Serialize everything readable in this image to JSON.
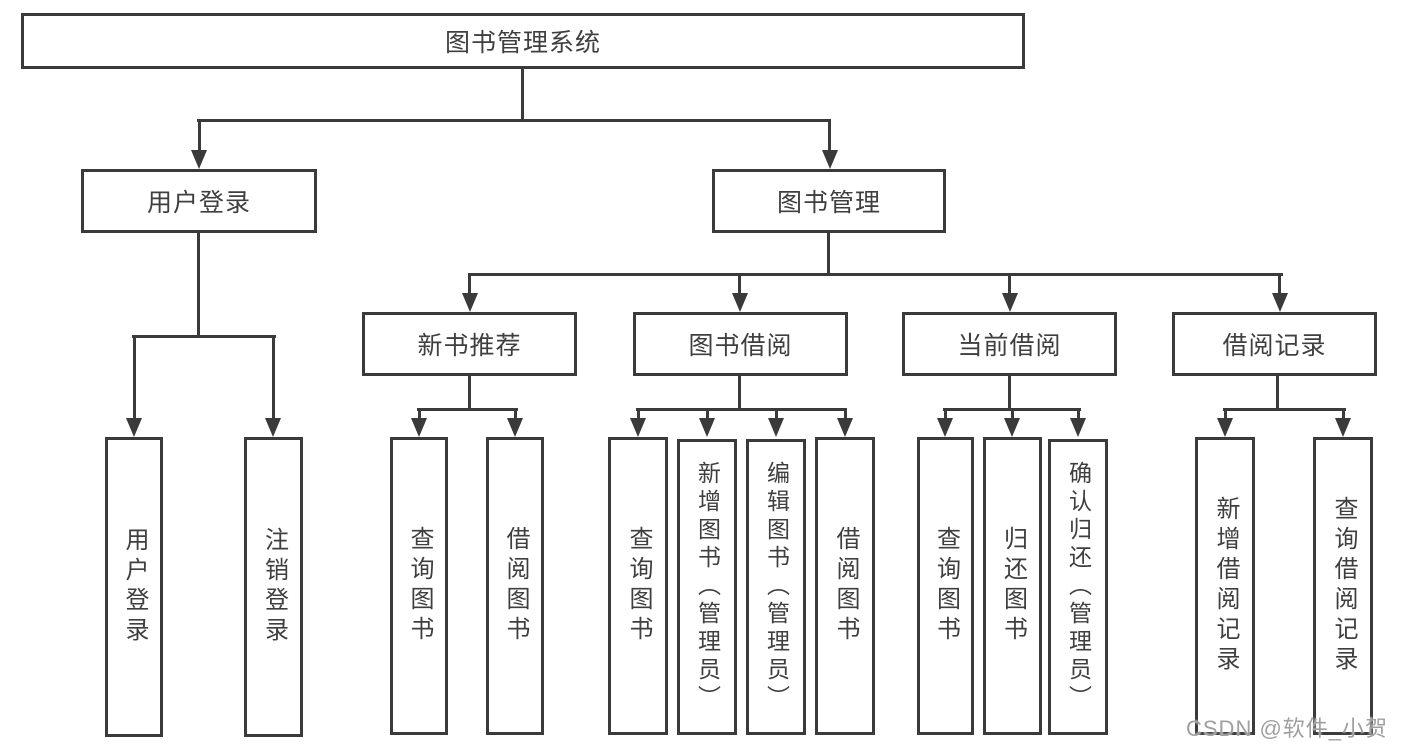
{
  "diagram_title": "图书管理系统",
  "colors": {
    "line": "#3a3a3a",
    "text": "#3f3f3f",
    "watermark": "#a0a0a0",
    "bg": "#ffffff"
  },
  "nodes": {
    "root": {
      "label": "图书管理系统"
    },
    "user_login": {
      "label": "用户登录"
    },
    "book_management": {
      "label": "图书管理"
    },
    "new_book_recommend": {
      "label": "新书推荐"
    },
    "book_borrow": {
      "label": "图书借阅"
    },
    "current_borrow": {
      "label": "当前借阅"
    },
    "borrow_records": {
      "label": "借阅记录"
    },
    "leaf_user_login": {
      "label": "用户登录"
    },
    "leaf_logout": {
      "label": "注销登录"
    },
    "leaf_nb_query_books": {
      "label": "查询图书"
    },
    "leaf_nb_borrow_books": {
      "label": "借阅图书"
    },
    "leaf_bb_query_books": {
      "label": "查询图书"
    },
    "leaf_bb_add_books": {
      "label": "新增图书（管理员）"
    },
    "leaf_bb_edit_books": {
      "label": "编辑图书（管理员）"
    },
    "leaf_bb_borrow_books": {
      "label": "借阅图书"
    },
    "leaf_cb_query_books": {
      "label": "查询图书"
    },
    "leaf_cb_return_books": {
      "label": "归还图书"
    },
    "leaf_cb_confirm_return": {
      "label": "确认归还（管理员）"
    },
    "leaf_br_add_record": {
      "label": "新增借阅记录"
    },
    "leaf_br_query_record": {
      "label": "查询借阅记录"
    }
  },
  "watermark": "CSDN @软件_小贺同学"
}
